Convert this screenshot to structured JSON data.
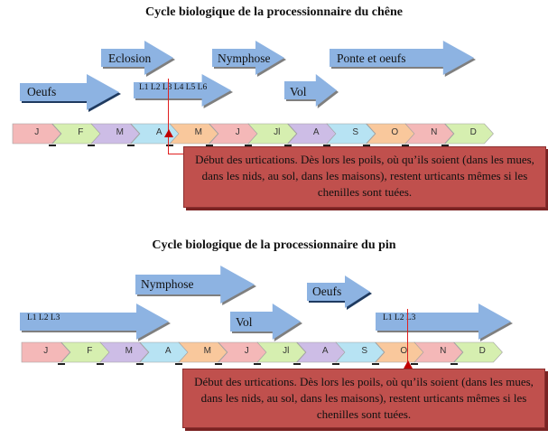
{
  "colors": {
    "arrow_fill": "#8db3e2",
    "arrow_shadow": "#7f7f7f",
    "note_fill": "#c0504d",
    "marker": "#c00000",
    "line": "#e02020"
  },
  "diagrams": [
    {
      "title": "Cycle biologique de la processionnaire du chêne",
      "stages": [
        {
          "label": "Oeufs"
        },
        {
          "label": "Eclosion"
        },
        {
          "label": "L1 L2  L3 L4 L5 L6"
        },
        {
          "label": "Nymphose"
        },
        {
          "label": "Vol"
        },
        {
          "label": "Ponte et oeufs"
        }
      ],
      "months": [
        "J",
        "F",
        "M",
        "A",
        "M",
        "J",
        "Jl",
        "A",
        "S",
        "O",
        "N",
        "D"
      ],
      "month_colors": [
        "#f4b8b8",
        "#d6efb0",
        "#cdbde6",
        "#b7e3f3",
        "#f9c89c",
        "#f4b8b8",
        "#d6efb0",
        "#cdbde6",
        "#b7e3f3",
        "#f9c89c",
        "#f4b8b8",
        "#d6efb0"
      ],
      "urtication_start_month": "A",
      "note": "Début des urtications. Dès lors les poils, où qu’ils soient (dans les mues, dans les nids, au sol, dans les maisons), restent urticants mêmes si les chenilles sont tuées."
    },
    {
      "title": "Cycle biologique de la processionnaire du pin",
      "stages": [
        {
          "label": "L1 L2  L3"
        },
        {
          "label": "Nymphose"
        },
        {
          "label": "Vol"
        },
        {
          "label": "Oeufs"
        },
        {
          "label": "L1 L2  L3"
        }
      ],
      "months": [
        "J",
        "F",
        "M",
        "A",
        "M",
        "J",
        "Jl",
        "A",
        "S",
        "O",
        "N",
        "D"
      ],
      "month_colors": [
        "#f4b8b8",
        "#d6efb0",
        "#cdbde6",
        "#b7e3f3",
        "#f9c89c",
        "#f4b8b8",
        "#d6efb0",
        "#cdbde6",
        "#b7e3f3",
        "#f9c89c",
        "#f4b8b8",
        "#d6efb0"
      ],
      "urtication_start_month": "O",
      "note": "Début des urtications. Dès lors les poils, où qu’ils soient (dans les mues, dans les nids, au sol, dans les maisons), restent urticants mêmes si les chenilles sont tuées."
    }
  ]
}
